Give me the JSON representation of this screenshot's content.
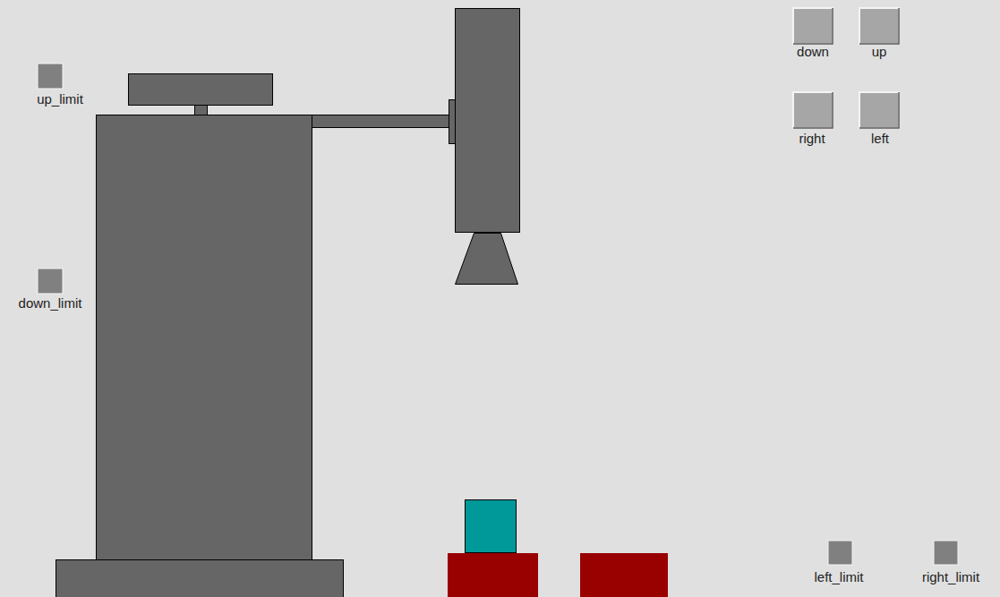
{
  "diagram": {
    "labels": [
      "down",
      "up",
      "up_limit",
      "right",
      "left",
      "down_limit",
      "left_limit",
      "right_limit"
    ]
  }
}
